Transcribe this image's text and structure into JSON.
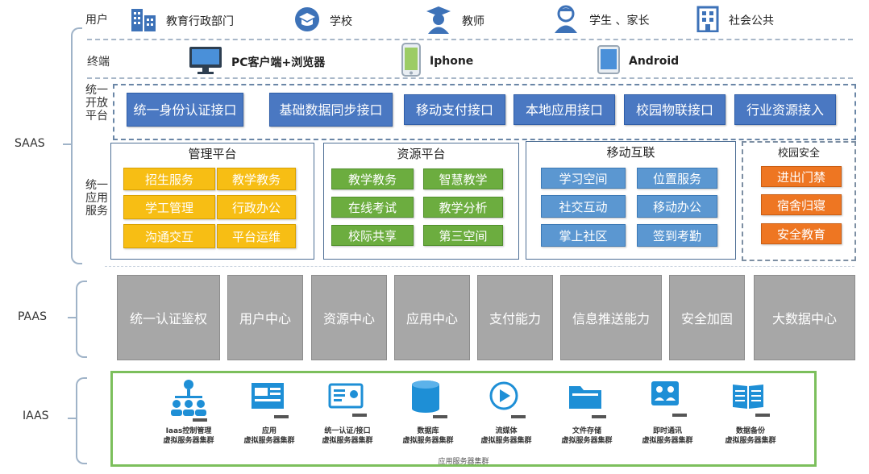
{
  "rows": {
    "users_label": "用户",
    "terminal_label": "终端",
    "open_platform_label": [
      "统一",
      "开放",
      "平台"
    ],
    "app_service_label": [
      "统一",
      "应用",
      "服务"
    ]
  },
  "layers": {
    "saas": "SAAS",
    "paas": "PAAS",
    "iaas": "IAAS"
  },
  "users": [
    {
      "label": "教育行政部门",
      "icon": "building-icon"
    },
    {
      "label": "学校",
      "icon": "school-globe-icon"
    },
    {
      "label": "教师",
      "icon": "teacher-icon"
    },
    {
      "label": "学生 、家长",
      "icon": "student-icon"
    },
    {
      "label": "社会公共",
      "icon": "public-building-icon"
    }
  ],
  "terminals": [
    {
      "label": "PC客户端+浏览器",
      "icon": "monitor-icon"
    },
    {
      "label": "Iphone",
      "icon": "phone-icon"
    },
    {
      "label": "Android",
      "icon": "tablet-icon"
    }
  ],
  "open_platform": [
    "统一身份认证接口",
    "基础数据同步接口",
    "移动支付接口",
    "本地应用接口",
    "校园物联接口",
    "行业资源接入"
  ],
  "platforms": {
    "management": {
      "title": "管理平台",
      "items": [
        "招生服务",
        "教学教务",
        "学工管理",
        "行政办公",
        "沟通交互",
        "平台运维"
      ],
      "color": "#f7be14"
    },
    "resource": {
      "title": "资源平台",
      "items": [
        "教学教务",
        "智慧教学",
        "在线考试",
        "教学分析",
        "校际共享",
        "第三空间"
      ],
      "color": "#6cad3f"
    },
    "mobile": {
      "title": "移动互联",
      "items": [
        "学习空间",
        "位置服务",
        "社交互动",
        "移动办公",
        "掌上社区",
        "签到考勤"
      ],
      "color": "#5b97d1"
    },
    "security": {
      "title": "校园安全",
      "items": [
        "进出门禁",
        "宿舍归寝",
        "安全教育"
      ],
      "color": "#ee7622"
    }
  },
  "paas": [
    "统一认证鉴权",
    "用户中心",
    "资源中心",
    "应用中心",
    "支付能力",
    "信息推送能力",
    "安全加固",
    "大数据中心"
  ],
  "iaas": {
    "items": [
      {
        "line1": "Iaas控制管理",
        "line2": "虚拟服务器集群",
        "icon": "org-chart-icon"
      },
      {
        "line1": "应用",
        "line2": "虚拟服务器集群",
        "icon": "app-window-icon"
      },
      {
        "line1": "统一认证/接口",
        "line2": "虚拟服务器集群",
        "icon": "certificate-icon"
      },
      {
        "line1": "数据库",
        "line2": "虚拟服务器集群",
        "icon": "database-icon"
      },
      {
        "line1": "流媒体",
        "line2": "虚拟服务器集群",
        "icon": "play-icon"
      },
      {
        "line1": "文件存储",
        "line2": "虚拟服务器集群",
        "icon": "folder-icon"
      },
      {
        "line1": "即时通讯",
        "line2": "虚拟服务器集群",
        "icon": "chat-icon"
      },
      {
        "line1": "数据备份",
        "line2": "虚拟服务器集群",
        "icon": "book-icon"
      }
    ],
    "footer": "应用服务器集群"
  }
}
